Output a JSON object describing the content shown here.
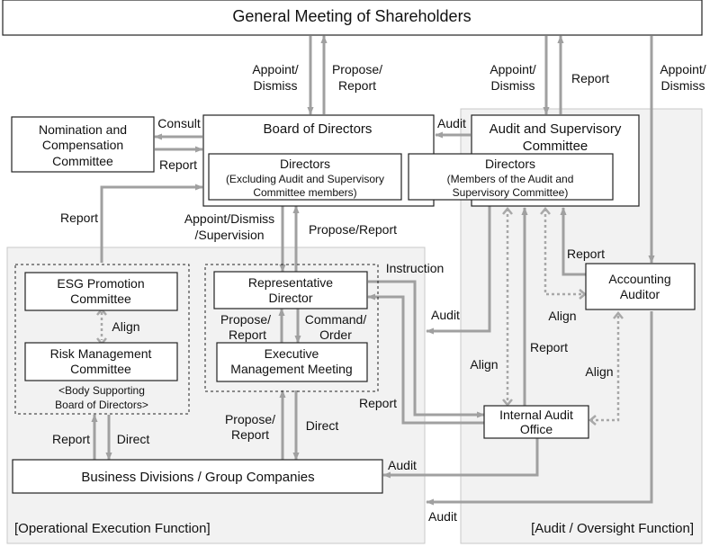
{
  "nodes": {
    "gms": "General Meeting of Shareholders",
    "nomination": [
      "Nomination and",
      "Compensation",
      "Committee"
    ],
    "board": "Board of Directors",
    "directors_left": [
      "Directors",
      "(Excluding Audit and Supervisory",
      "Committee members)"
    ],
    "directors_right": [
      "Directors",
      "(Members of the Audit and",
      "Supervisory Committee)"
    ],
    "audit_committee": [
      "Audit and Supervisory",
      "Committee"
    ],
    "esg": [
      "ESG Promotion",
      "Committee"
    ],
    "risk": [
      "Risk Management",
      "Committee"
    ],
    "body_support": [
      "<Body Supporting",
      "Board of Directors>"
    ],
    "rep_director": [
      "Representative",
      "Director"
    ],
    "exec_meeting": [
      "Executive",
      "Management Meeting"
    ],
    "accounting": [
      "Accounting",
      "Auditor"
    ],
    "internal_audit": [
      "Internal Audit",
      "Office"
    ],
    "business": "Business Divisions / Group Companies"
  },
  "regions": {
    "operational": "[Operational Execution Function]",
    "audit": "[Audit / Oversight Function]"
  },
  "labels": {
    "appoint_dismiss_1": [
      "Appoint/",
      "Dismiss"
    ],
    "propose_report_1": [
      "Propose/",
      "Report"
    ],
    "appoint_dismiss_2": [
      "Appoint/",
      "Dismiss"
    ],
    "report_1": "Report",
    "appoint_dismiss_3": [
      "Appoint/",
      "Dismiss"
    ],
    "consult": "Consult",
    "report_nom": "Report",
    "audit_board": "Audit",
    "report_esg": "Report",
    "appoint_dismiss_supervision": [
      "Appoint/Dismiss",
      "/Supervision"
    ],
    "propose_report_2": "Propose/Report",
    "instruction": "Instruction",
    "report_acct": "Report",
    "align_esg": "Align",
    "propose_report_3": [
      "Propose/",
      "Report"
    ],
    "command_order": [
      "Command/",
      "Order"
    ],
    "audit_rep": "Audit",
    "align_acct": "Align",
    "align_ia": "Align",
    "report_ia_up": "Report",
    "align_acct_ia": "Align",
    "report_ia": "Report",
    "propose_report_4": [
      "Propose/",
      "Report"
    ],
    "direct_1": "Direct",
    "report_bd": "Report",
    "direct_2": "Direct",
    "audit_bd": "Audit",
    "audit_bottom": "Audit"
  }
}
